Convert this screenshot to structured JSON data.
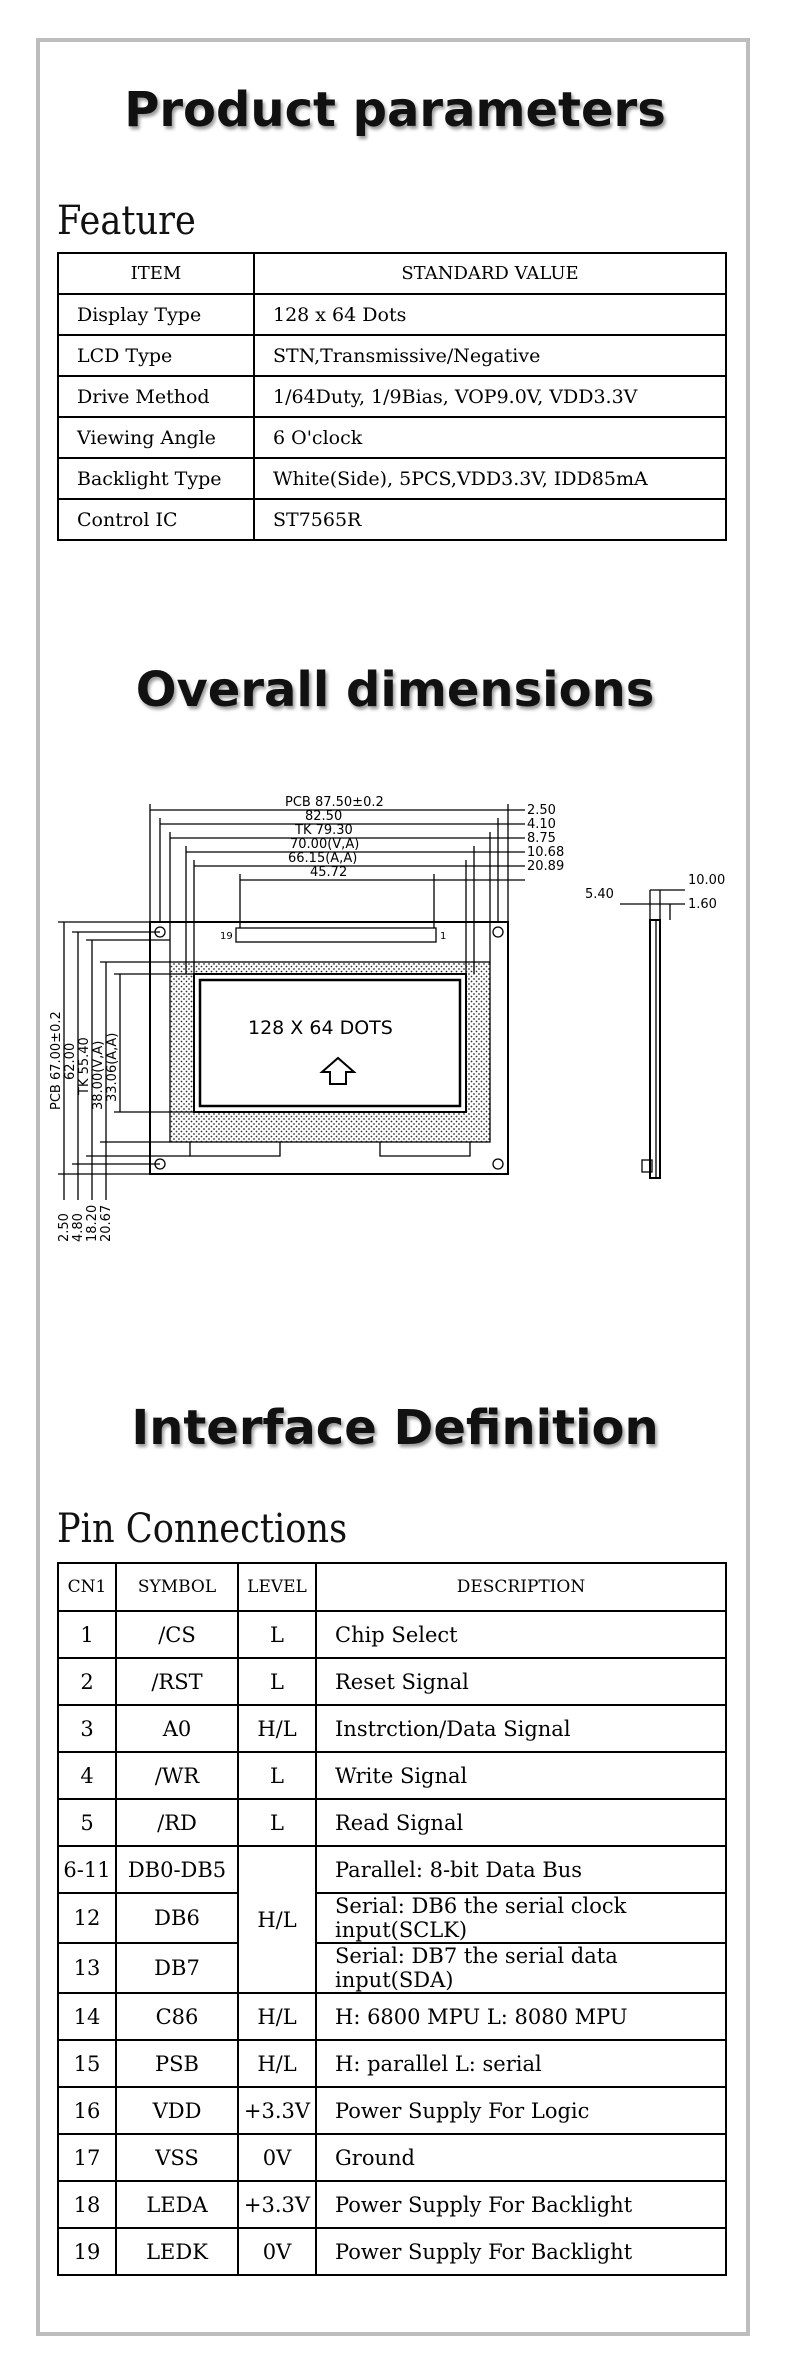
{
  "sections": {
    "product_parameters": "Product parameters",
    "overall_dimensions": "Overall dimensions",
    "interface_definition": "Interface Definition"
  },
  "feature": {
    "title": "Feature",
    "headers": [
      "ITEM",
      "STANDARD VALUE"
    ],
    "rows": [
      [
        "Display Type",
        "128 x 64 Dots"
      ],
      [
        "LCD Type",
        "STN,Transmissive/Negative"
      ],
      [
        "Drive Method",
        "1/64Duty, 1/9Bias, VOP9.0V, VDD3.3V"
      ],
      [
        "Viewing Angle",
        "6 O'clock"
      ],
      [
        "Backlight Type",
        "White(Side), 5PCS,VDD3.3V, IDD85mA"
      ],
      [
        "Control IC",
        "ST7565R"
      ]
    ]
  },
  "drawing": {
    "labels_top": [
      "PCB 87.50±0.2",
      "82.50",
      "TK 79.30",
      "70.00(V,A)",
      "66.15(A,A)",
      "45.72"
    ],
    "labels_right": [
      "2.50",
      "4.10",
      "8.75",
      "10.68",
      "20.89"
    ],
    "labels_left": [
      "PCB 67.00±0.2",
      "62.00",
      "TK 55.40",
      "38.00(V,A)",
      "33.06(A,A)"
    ],
    "labels_bottom": [
      "2.50",
      "4.80",
      "18.20",
      "20.67"
    ],
    "pin_first": "19",
    "pin_last": "1",
    "screen_text": "128 X 64 DOTS",
    "side_labels": [
      "5.40",
      "10.00",
      "1.60"
    ]
  },
  "pins": {
    "title": "Pin Connections",
    "headers": [
      "CN1",
      "SYMBOL",
      "LEVEL",
      "DESCRIPTION"
    ],
    "rows": [
      {
        "cn": "1",
        "symbol": "/CS",
        "level": "L",
        "desc": "Chip Select"
      },
      {
        "cn": "2",
        "symbol": "/RST",
        "level": "L",
        "desc": "Reset Signal"
      },
      {
        "cn": "3",
        "symbol": "A0",
        "level": "H/L",
        "desc": "Instrction/Data Signal"
      },
      {
        "cn": "4",
        "symbol": "/WR",
        "level": "L",
        "desc": "Write Signal"
      },
      {
        "cn": "5",
        "symbol": "/RD",
        "level": "L",
        "desc": "Read Signal"
      },
      {
        "cn": "6-11",
        "symbol": "DB0-DB5",
        "level": "H/L",
        "desc": "Parallel: 8-bit Data Bus"
      },
      {
        "cn": "12",
        "symbol": "DB6",
        "level": "",
        "desc": "Serial: DB6 the serial clock input(SCLK)"
      },
      {
        "cn": "13",
        "symbol": "DB7",
        "level": "",
        "desc": "Serial: DB7 the serial data input(SDA)"
      },
      {
        "cn": "14",
        "symbol": "C86",
        "level": "H/L",
        "desc": "H: 6800 MPU  L: 8080 MPU"
      },
      {
        "cn": "15",
        "symbol": "PSB",
        "level": "H/L",
        "desc": "H: parallel  L: serial"
      },
      {
        "cn": "16",
        "symbol": "VDD",
        "level": "+3.3V",
        "desc": "Power Supply For Logic"
      },
      {
        "cn": "17",
        "symbol": "VSS",
        "level": "0V",
        "desc": "Ground"
      },
      {
        "cn": "18",
        "symbol": "LEDA",
        "level": "+3.3V",
        "desc": "Power Supply For Backlight"
      },
      {
        "cn": "19",
        "symbol": "LEDK",
        "level": "0V",
        "desc": "Power Supply For Backlight"
      }
    ]
  }
}
